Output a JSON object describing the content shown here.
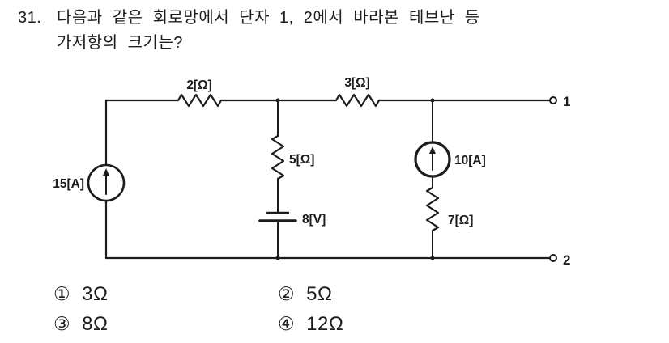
{
  "question": {
    "number": "31.",
    "line1": "다음과 같은 회로망에서 단자 1, 2에서 바라본 테브난 등",
    "line2": "가저항의 크기는?"
  },
  "circuit": {
    "current_source_left": "15[A]",
    "resistor_top_left": "2[Ω]",
    "resistor_top_right": "3[Ω]",
    "resistor_middle": "5[Ω]",
    "voltage_source_middle": "8[V]",
    "current_source_right": "10[A]",
    "resistor_right": "7[Ω]",
    "terminal_top": "1",
    "terminal_bottom": "2"
  },
  "choices": [
    {
      "marker": "①",
      "label": "3Ω"
    },
    {
      "marker": "②",
      "label": "5Ω"
    },
    {
      "marker": "③",
      "label": "8Ω"
    },
    {
      "marker": "④",
      "label": "12Ω"
    }
  ],
  "colors": {
    "ink": "#1c1c1c",
    "background": "#ffffff"
  }
}
